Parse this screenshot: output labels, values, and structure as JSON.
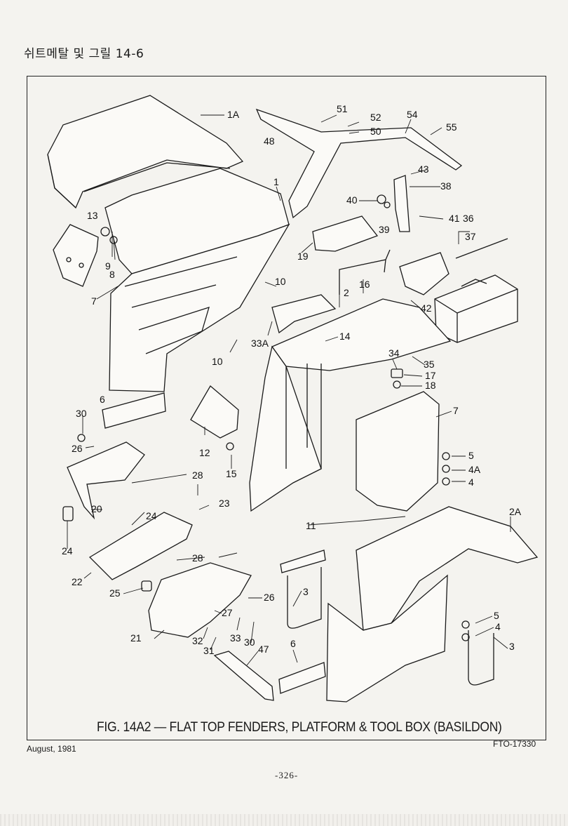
{
  "header": {
    "title": "쉬트메탈 및 그릴 14-6"
  },
  "diagram": {
    "callouts": [
      "1A",
      "1",
      "13",
      "9",
      "8",
      "7",
      "10",
      "10",
      "33A",
      "48",
      "51",
      "52",
      "50",
      "54",
      "55",
      "43",
      "38",
      "40",
      "41",
      "36",
      "37",
      "39",
      "19",
      "16",
      "2",
      "42",
      "14",
      "34",
      "35",
      "17",
      "18",
      "7",
      "5",
      "4A",
      "4",
      "6",
      "30",
      "26",
      "12",
      "15",
      "28",
      "20",
      "24",
      "23",
      "24",
      "11",
      "2A",
      "28",
      "22",
      "25",
      "26",
      "3",
      "27",
      "21",
      "32",
      "31",
      "33",
      "30",
      "47",
      "6",
      "5",
      "4",
      "3"
    ]
  },
  "caption": {
    "text": "FIG. 14A2 — FLAT TOP FENDERS, PLATFORM & TOOL BOX (BASILDON)"
  },
  "footer": {
    "date": "August, 1981",
    "code": "FTO-17330",
    "page": "-326-"
  }
}
